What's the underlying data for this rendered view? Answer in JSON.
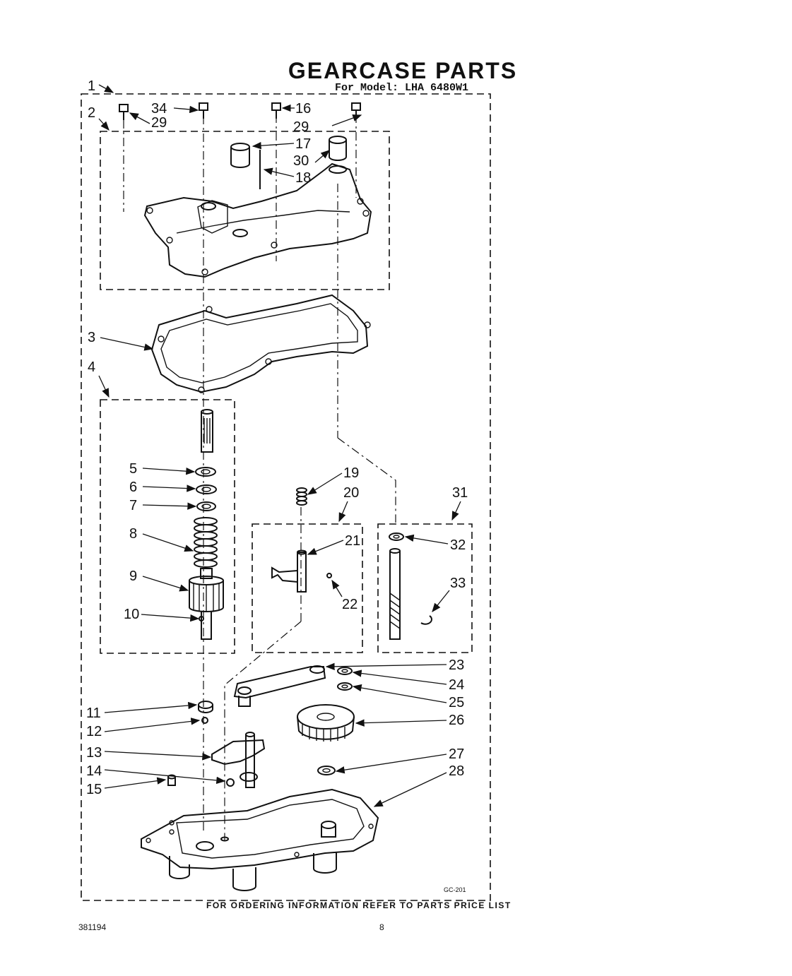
{
  "title": "GEARCASE PARTS",
  "model_line": "For Model: LHA 6480W1",
  "footer_note": "FOR ORDERING INFORMATION REFER TO PARTS PRICE LIST",
  "document_number": "381194",
  "page_number": "8",
  "drawing_code": "GC-201",
  "callouts": [
    "1",
    "2",
    "3",
    "4",
    "5",
    "6",
    "7",
    "8",
    "9",
    "10",
    "11",
    "12",
    "13",
    "14",
    "15",
    "16",
    "17",
    "18",
    "19",
    "20",
    "21",
    "22",
    "23",
    "24",
    "25",
    "26",
    "27",
    "28",
    "29",
    "29",
    "30",
    "31",
    "32",
    "33",
    "34"
  ]
}
